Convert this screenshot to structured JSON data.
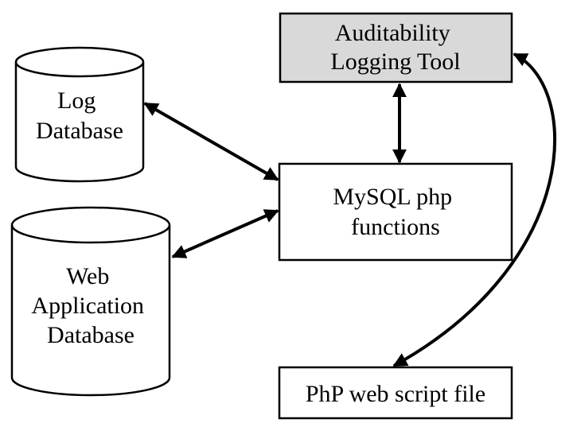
{
  "diagram": {
    "nodes": {
      "log_db": {
        "lines": [
          "Log",
          "Database"
        ]
      },
      "web_db": {
        "lines": [
          "Web",
          "Application",
          "Database"
        ]
      },
      "audit_tool": {
        "lines": [
          "Auditability",
          "Logging Tool"
        ]
      },
      "mysql": {
        "lines": [
          "MySQL php",
          "functions"
        ]
      },
      "php_file": {
        "lines": [
          "PhP web script file"
        ]
      }
    },
    "edges": [
      {
        "from": "log_db",
        "to": "mysql",
        "direction": "bidirectional"
      },
      {
        "from": "web_db",
        "to": "mysql",
        "direction": "bidirectional"
      },
      {
        "from": "audit_tool",
        "to": "mysql",
        "direction": "bidirectional"
      },
      {
        "from": "audit_tool",
        "to": "php_file",
        "direction": "bidirectional"
      }
    ],
    "colors": {
      "stroke": "#000000",
      "audit_fill": "#d9d9d9",
      "box_fill": "#ffffff"
    }
  }
}
